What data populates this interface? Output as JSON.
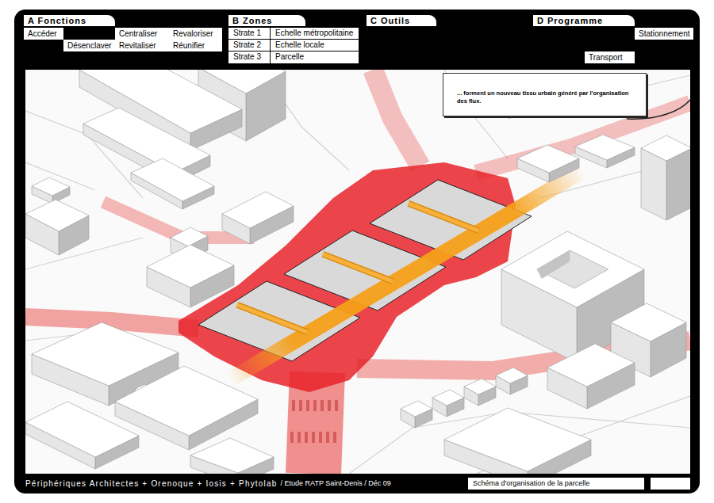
{
  "diagram": {
    "nodes": [
      {
        "text": [
          "A Fonctions"
        ]
      },
      {
        "text": [
          "Accéder"
        ]
      },
      {
        "text": [
          "Centraliser"
        ]
      },
      {
        "text": [
          "Revaloriser"
        ]
      },
      {
        "text": [
          "Désenclaver"
        ]
      },
      {
        "text": [
          "Revitaliser"
        ]
      },
      {
        "text": [
          "Réunifier"
        ]
      },
      {
        "text": [
          "B Zones"
        ]
      },
      {
        "text": [
          "Strate 1",
          "Echelle métropolitaine"
        ]
      },
      {
        "text": [
          "Strate 2",
          "Echelle locale"
        ]
      },
      {
        "text": [
          "Strate 3",
          "Parcelle"
        ]
      },
      {
        "text": [
          "C Outils"
        ]
      },
      {
        "text": [
          "D Programme"
        ]
      },
      {
        "text": [
          "Stationnement"
        ]
      },
      {
        "text": [
          "Transport"
        ]
      },
      {
        "text": [
          "... forment un nouveau tissu urbain généré par l'organisation des flux."
        ]
      },
      {
        "text": [
          "Schéma d'organisation de la parcelle"
        ]
      }
    ],
    "labels": [
      "Périphériques Architectes + Orenoque + Iosis + Phytolab",
      "/ Etude RATP Saint-Denis / Déc 09"
    ]
  }
}
